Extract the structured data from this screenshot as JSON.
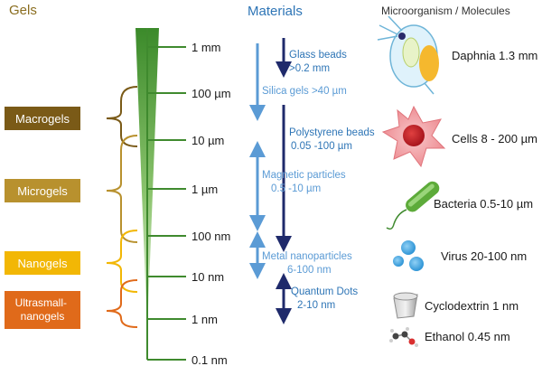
{
  "headers": {
    "gels": "Gels",
    "materials": "Materials",
    "micro": "Microorganism  /  Molecules"
  },
  "scale": [
    "1 mm",
    "100 µm",
    "10 µm",
    "1 µm",
    "100 nm",
    "10 nm",
    "1 nm",
    "0.1 nm"
  ],
  "gels": [
    "Macrogels",
    "Microgels",
    "Nanogels",
    "Ultrasmall-\nnanogels"
  ],
  "materials": [
    "Glass beads\n>0.2 mm",
    "Silica gels >40 µm",
    "Polystyrene beads\n0.05 -100 µm",
    "Magnetic particles\n0.5 -10 µm",
    "Metal nanoparticles\n6-100 nm",
    "Quantum Dots\n2-10 nm"
  ],
  "organisms": [
    "Daphnia 1.3 mm",
    "Cells 8 - 200 µm",
    "Bacteria 0.5-10 µm",
    "Virus 20-100  nm",
    "Cyclodextrin  1 nm",
    "Ethanol 0.45 nm"
  ],
  "colors": {
    "gels_header": "#8a6d1f",
    "materials_text": "#2e75b6",
    "navy": "#1f2a6b",
    "lightblue": "#5b9bd5",
    "green": "#3f8a2e",
    "macro": "#7a5a17",
    "micro": "#b8912e",
    "nano": "#f2b705",
    "ultra": "#e06a1a"
  }
}
